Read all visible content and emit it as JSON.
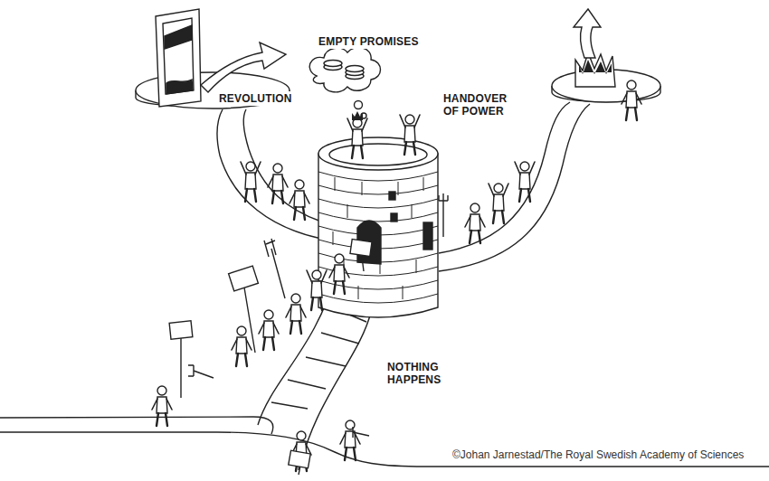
{
  "diagram": {
    "labels": [
      "EMPTY PROMISES",
      "REVOLUTION",
      "HANDOVER OF POWER",
      "NOTHING HAPPENS",
      "©Johan Jarnestad/The Royal Swedish Academy of Sciences"
    ]
  }
}
